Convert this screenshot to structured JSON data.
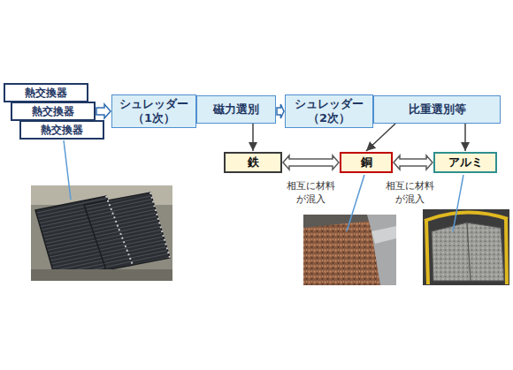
{
  "diagram": {
    "nodes": [
      {
        "text": [
          "熱交換器"
        ]
      },
      {
        "text": [
          "熱交換器"
        ]
      },
      {
        "text": [
          "熱交換器"
        ]
      },
      {
        "text": [
          "シュレッダー （1次）"
        ]
      },
      {
        "text": [
          "磁力選別"
        ]
      },
      {
        "text": [
          "シュレッダー （2次）"
        ]
      },
      {
        "text": [
          "比重選別等"
        ]
      },
      {
        "text": [
          "鉄"
        ]
      },
      {
        "text": [
          "銅"
        ]
      },
      {
        "text": [
          "アルミ"
        ]
      }
    ],
    "edges": [
      {
        "from": 1,
        "to": 3,
        "arrow": "to"
      },
      {
        "from": 3,
        "to": 4,
        "arrow": "to"
      },
      {
        "from": 4,
        "to": 5,
        "arrow": "to"
      },
      {
        "from": 5,
        "to": 6,
        "arrow": "to"
      },
      {
        "from": 4,
        "to": 7,
        "arrow": "to"
      },
      {
        "from": 6,
        "to": 8,
        "arrow": "to"
      },
      {
        "from": 6,
        "to": 9,
        "arrow": "to"
      },
      {
        "from": 7,
        "to": 8,
        "arrow": "both"
      },
      {
        "from": 8,
        "to": 9,
        "arrow": "both"
      }
    ],
    "labels": [
      "相互に材料 が混入",
      "相互に材料 が混入"
    ]
  }
}
